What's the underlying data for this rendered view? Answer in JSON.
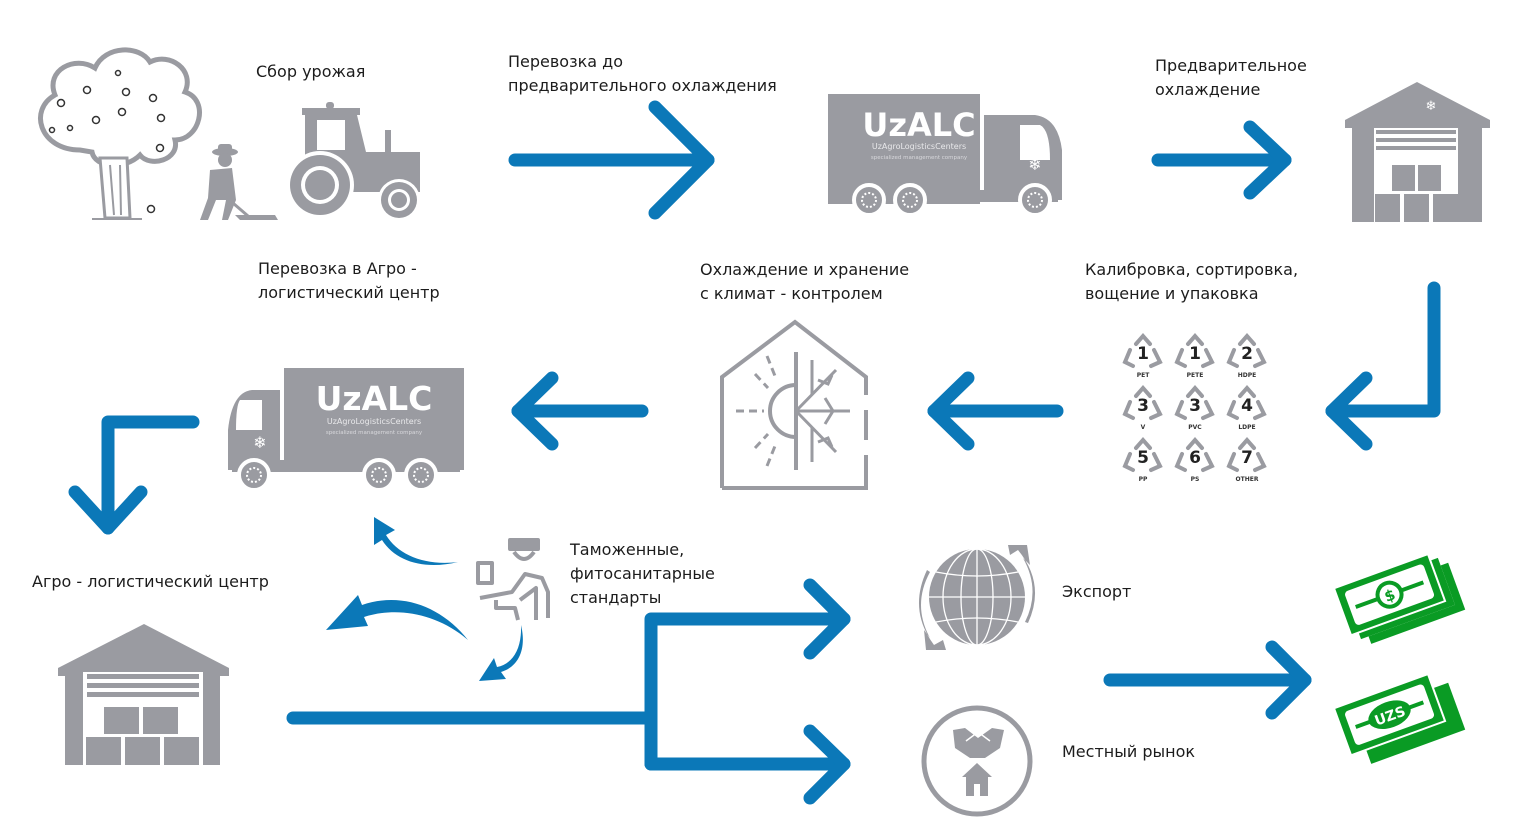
{
  "colors": {
    "arrow": "#0b78b8",
    "icon_gray": "#9a9ba1",
    "money_green": "#0a9b24",
    "text": "#1c1c1c"
  },
  "steps": {
    "harvest": {
      "label": [
        "Сбор урожая"
      ]
    },
    "transport_precool": {
      "label": [
        "Перевозка до",
        "предварительного охлаждения"
      ]
    },
    "precool": {
      "label": [
        "Предварительное",
        "охлаждение"
      ]
    },
    "calibration": {
      "label": [
        "Калибровка, сортировка,",
        "вощение и упаковка"
      ]
    },
    "cold_storage": {
      "label": [
        "Охлаждение и хранение",
        "с климат - контролем"
      ]
    },
    "transport_alc": {
      "label": [
        "Перевозка в Агро -",
        "логистический центр"
      ]
    },
    "alc": {
      "label": [
        "Агро - логистический центр"
      ]
    },
    "customs": {
      "label": [
        "Таможенные,",
        "фитосанитарные",
        "стандарты"
      ]
    },
    "export": {
      "label": [
        "Экспорт"
      ]
    },
    "local_market": {
      "label": [
        "Местный рынок"
      ]
    }
  },
  "truck": {
    "brand": "UzALC",
    "subtitle": "UzAgroLogisticsCenters",
    "tagline": "specialized management company"
  },
  "recycling_codes": [
    {
      "number": "1",
      "code": "PET"
    },
    {
      "number": "1",
      "code": "PETE"
    },
    {
      "number": "2",
      "code": "HDPE"
    },
    {
      "number": "3",
      "code": "V"
    },
    {
      "number": "3",
      "code": "PVC"
    },
    {
      "number": "4",
      "code": "LDPE"
    },
    {
      "number": "5",
      "code": "PP"
    },
    {
      "number": "6",
      "code": "PS"
    },
    {
      "number": "7",
      "code": "OTHER"
    }
  ],
  "currencies": [
    {
      "symbol": "$",
      "name": "usd"
    },
    {
      "symbol": "UZS",
      "name": "uzs"
    }
  ]
}
